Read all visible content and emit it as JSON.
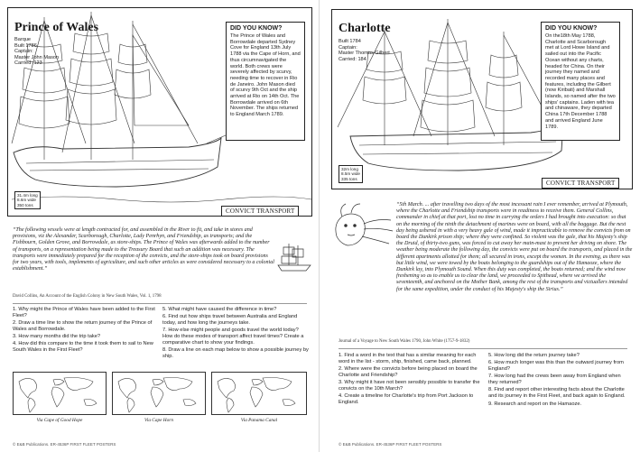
{
  "left": {
    "ship_name": "Prince of Wales",
    "facts": [
      "Barque",
      "Built 1786",
      "Captain:",
      "Master John Mason",
      "Carried: 123"
    ],
    "did_you_know_title": "DID YOU KNOW?",
    "did_you_know_text": "The Prince of Wales and Borrowdale departed Sydney Cove for England 13th July 1788 via the Cape of Horn, and thus circumnavigated the world. Both crews were severely affected by scurvy, needing time to recover in Rio de Janeiro. John Mason died of scurvy 9th Oct and the ship arrived at Rio on 14th Oct. The Borrowdale arrived on 6th November. The ships returned to England March 1789.",
    "dims": [
      "31.4m long",
      "8.6m wide",
      "350 tons"
    ],
    "badge": "CONVICT TRANSPORT",
    "quote": "“The following vessels were at length contracted for, and assembled in the River to fit, and take in stores and provisions, viz the Alexander, Scarborough, Charlotte, Lady Penrhyn, and Friendship, as transports; and the Fishbourn, Golden Grove, and Borrowdale, as store-ships. The Prince of Wales was afterwards added to the number of transports, on a representation being made to the Treasury Board that such an addition was necessary. The transports were immediately prepared for the reception of the convicts, and the store-ships took on board provisions for two years, with tools, implements of agriculture, and such other articles as were considered necessary to a colonial establishment.”",
    "source": "David Collins, An Account of the English Colony in New South Wales, Vol. 1, 1798",
    "questions_col1": [
      "1. Why might the Prince of Wales have been added to the First Fleet?",
      "2. Draw a time line to show the return journey of the Prince of Wales and Borrowdale.",
      "3. How many months did the trip take?",
      "4. How did this compare to the time it took them to sail to New South Wales in the First Fleet?"
    ],
    "questions_col2": [
      "5. What might have caused the difference in time?",
      "6. Find out how ships travel between Australia and England today, and how long the journeys take.",
      "7. How else might people and goods travel the world today? How do these modes of transport affect travel times? Create a comparative chart to show your findings.",
      "8. Draw a line on each map below to show a possible journey by ship."
    ],
    "maps": [
      "Via Cape of Good Hope",
      "Via Cape Horn",
      "Via Panama Canal"
    ],
    "footer": "© E&B Publications. ER-4536P FIRST FLEET POSTERS"
  },
  "right": {
    "ship_name": "Charlotte",
    "facts": [
      "Built 1784",
      "Captain:",
      "Master Thomas Gilbert",
      "Carried: 184"
    ],
    "did_you_know_title": "DID YOU KNOW?",
    "did_you_know_text": "On the18th May 1788, Charlotte and Scarborough met at Lord Howe Island and sailed out into the Pacific Ocean without any charts, headed for China. On their journey they named and recorded many places and features, including the Gilbert (now Kiribati) and Marshall Islands, so named after the two ships' captains. Laden with tea and chinaware, they departed China 17th December 1788 and arrived England June 1789.",
    "dims": [
      "32m long",
      "8.5m wide",
      "335 tons"
    ],
    "badge": "CONVICT TRANSPORT",
    "quote": "“5th March. ... after travelling two days of the most incessant rain I ever remember, arrived at Plymouth, where the Charlotte and Friendship transports were in readiness to receive them. General Collins, commander in chief at that port, lost no time in carrying the orders I had brought into execution: so that on the morning of the ninth the detachment of marines were on board, with all the baggage. But the next day being ushered in with a very heavy gale of wind, made it impracticable to remove the convicts from on board the Dunkirk prison ship; where they were confined. So violent was the gale, that his Majesty's ship the Druid, of thirty-two guns, was forced to cut away her main-mast to prevent her driving on shore. The weather being moderate the following day, the convicts were put on board the transports, and placed in the different apartments allotted for them; all secured in irons, except the women. In the evening, as there was but little wind, we were towed by the boats belonging to the guardships out of the Hamaoze, where the Dunkirk lay, into Plymouth Sound. When this duty was completed, the boats returned; and the wind now freshening so as to enable us to clear the land, we proceeded to Spithead, where we arrived the seventeenth, and anchored on the Mother Bank, among the rest of the transports and victuallers intended for the same expedition, under the conduct of his Majesty's ship the Sirius.”",
    "source": "Journal of a Voyage to New South Wales 1790, John White (1757-9-1832)",
    "questions_col1": [
      "1. Find a word in the text that has a similar meaning for each word in the list - storm, ship, finished, came back, planned.",
      "2. Where were the convicts before being placed on board the Charlotte and Friendship?",
      "3. Why might it have not been sensibly possible to transfer the convicts on the 10th March?",
      "4. Create a timeline for Charlotte's trip from Port Jackson to England."
    ],
    "questions_col2": [
      "5. How long did the return journey take?",
      "6. How much longer was this than the outward journey from England?",
      "7. How long had the crews been away from England when they returned?",
      "8. Find and report other interesting facts about the Charlotte and its journey in the First Fleet, and back again to England.",
      "9. Research and report on the Hamaoze."
    ],
    "footer": "© E&B Publications. ER-4536P FIRST FLEET POSTERS"
  },
  "colors": {
    "ink": "#1a1a1a",
    "frame": "#222222",
    "paper": "#ffffff"
  }
}
